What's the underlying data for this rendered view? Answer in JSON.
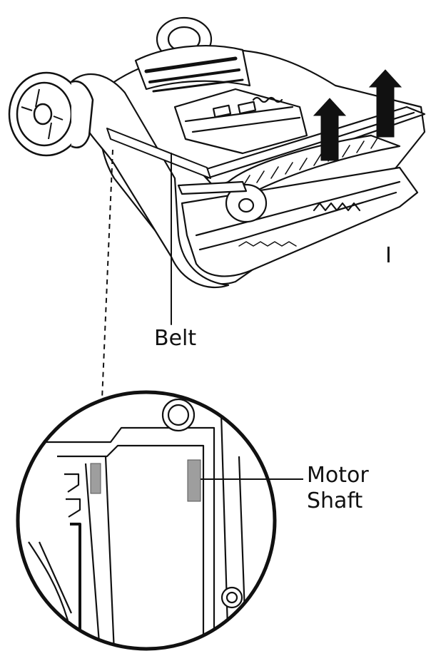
{
  "labels": {
    "belt": "Belt",
    "motor_shaft_line1": "Motor",
    "motor_shaft_line2": "Shaft",
    "step_marker": "I"
  },
  "colors": {
    "ink": "#111111",
    "shaft_fill": "#9e9e9e",
    "arrow_fill": "#111111",
    "background": "#ffffff"
  },
  "icons": {
    "lift_arrows": "up-arrow-icon",
    "wheel": "wheel-icon"
  }
}
